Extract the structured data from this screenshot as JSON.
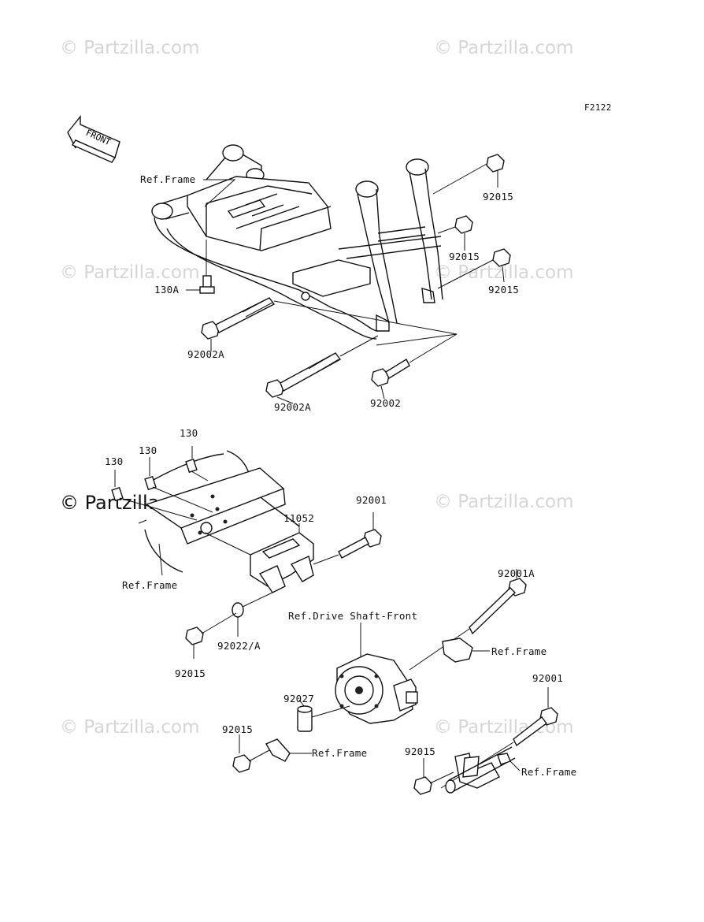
{
  "diagram_code": "F2122",
  "front_marker": "FRONT",
  "watermarks": {
    "w1": "© Partzilla.com",
    "w2": "© Partzilla.com",
    "w3": "© Partzilla.com",
    "w4": "© Partzilla.com",
    "w5": "© Partzilla.com",
    "w6": "© Partzilla.com",
    "w7": "© Partzilla.com",
    "w8": "© Partzilla.com"
  },
  "callouts": {
    "top_ref_frame": "Ref.Frame",
    "top_92015_a": "92015",
    "top_92015_b": "92015",
    "top_92015_c": "92015",
    "top_130A": "130A",
    "top_92002A_a": "92002A",
    "top_92002A_b": "92002A",
    "top_92002": "92002",
    "b_130_a": "130",
    "b_130_b": "130",
    "b_130_c": "130",
    "b_11052": "11052",
    "b_92001_a": "92001",
    "b_ref_frame_a": "Ref.Frame",
    "b_92001A": "92001A",
    "b_ref_drive": "Ref.Drive Shaft-Front",
    "b_ref_frame_b": "Ref.Frame",
    "b_92022A": "92022/A",
    "b_92015_a": "92015",
    "b_92027": "92027",
    "b_92001_b": "92001",
    "b_92015_b": "92015",
    "b_ref_frame_c": "Ref.Frame",
    "b_92015_c": "92015",
    "b_ref_frame_d": "Ref.Frame"
  }
}
